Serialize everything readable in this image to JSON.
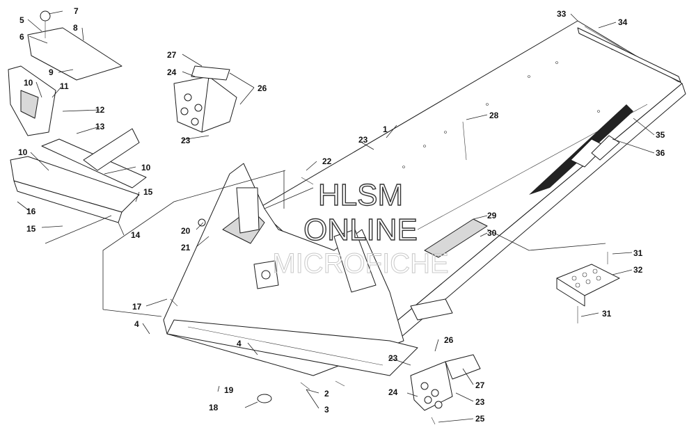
{
  "watermark": {
    "line1": "HLSM",
    "line2": "ONLINE",
    "line3": "MICROFICHE"
  },
  "callouts": {
    "c1": "1",
    "c2": "2",
    "c3": "3",
    "c4a": "4",
    "c4b": "4",
    "c5": "5",
    "c6": "6",
    "c7": "7",
    "c8": "8",
    "c9": "9",
    "c10a": "10",
    "c10b": "10",
    "c10c": "10",
    "c11": "11",
    "c12": "12",
    "c13": "13",
    "c14": "14",
    "c15a": "15",
    "c15b": "15",
    "c16": "16",
    "c17": "17",
    "c18": "18",
    "c19": "19",
    "c20": "20",
    "c21": "21",
    "c22": "22",
    "c23a": "23",
    "c23b": "23",
    "c23c": "23",
    "c23d": "23",
    "c24a": "24",
    "c24b": "24",
    "c25": "25",
    "c26a": "26",
    "c26b": "26",
    "c27a": "27",
    "c27b": "27",
    "c28": "28",
    "c29": "29",
    "c30": "30",
    "c31a": "31",
    "c31b": "31",
    "c32": "32",
    "c33": "33",
    "c34": "34",
    "c35": "35",
    "c36": "36"
  },
  "colors": {
    "line": "#1a1a1a",
    "background": "#ffffff",
    "decal": "#222222"
  }
}
